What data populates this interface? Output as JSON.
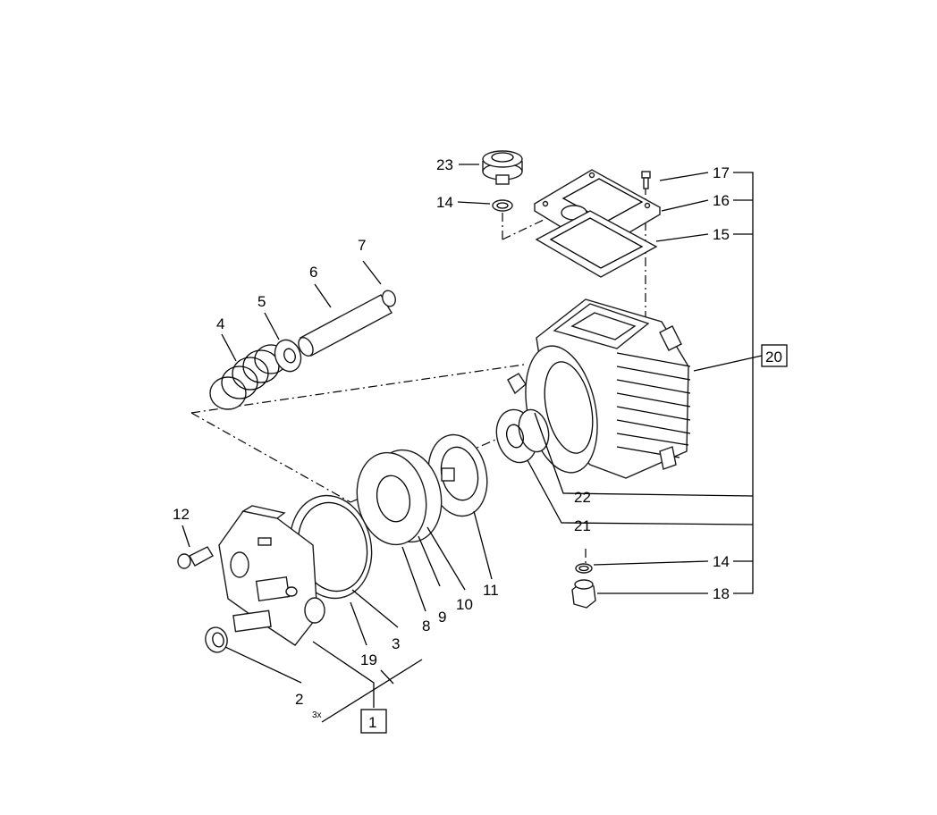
{
  "labels": {
    "l1": "1",
    "l2": "2",
    "l3": "3",
    "l4": "4",
    "l5": "5",
    "l6": "6",
    "l7": "7",
    "l8": "8",
    "l9": "9",
    "l10": "10",
    "l11": "11",
    "l12": "12",
    "l14a": "14",
    "l14b": "14",
    "l15": "15",
    "l16": "16",
    "l17": "17",
    "l18": "18",
    "l19": "19",
    "l20": "20",
    "l21": "21",
    "l22": "22",
    "l23": "23",
    "qty": "3x"
  }
}
